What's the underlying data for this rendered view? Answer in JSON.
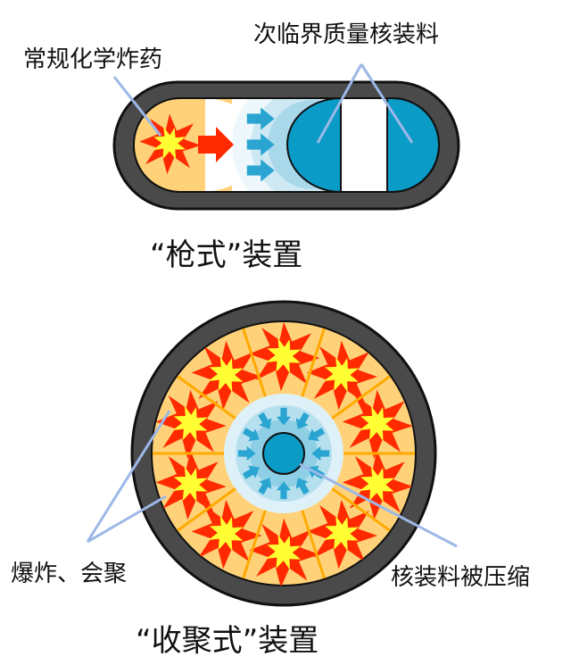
{
  "gun": {
    "label_explosive": "常规化学炸药",
    "label_subcritical": "次临界质量核装料",
    "caption": "“枪式”装置"
  },
  "implosion": {
    "label_explosion": "爆炸、会聚",
    "label_compressed": "核装料被压缩",
    "caption": "“收聚式”装置"
  },
  "colors": {
    "casing": "#4a4a4a",
    "casing_outline": "#111111",
    "explosive_fill": "#ffd27a",
    "burst_red": "#ff2a00",
    "burst_yellow": "#ffff33",
    "core_blue": "#0a9bc6",
    "shock_light": "#dff1f8",
    "shock_mid": "#b7e0ef",
    "arrow_blue": "#2aa5d2",
    "segment_line": "#ffaa00",
    "pointer_line": "#9bb8e8"
  }
}
